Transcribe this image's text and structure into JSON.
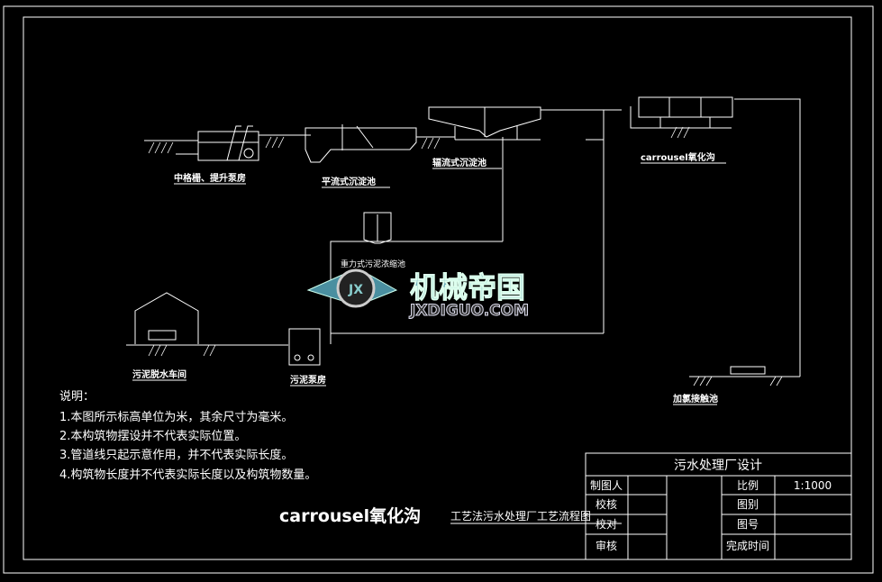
{
  "drawing": {
    "units": {
      "screen": "中格栅、提升泵房",
      "primary_clarifier": "平流式沉淀池",
      "radial_clarifier": "辐流式沉淀池",
      "oxidation_ditch": "carrousel氧化沟",
      "thickener": "重力式污泥浓缩池",
      "dewatering": "污泥脱水车间",
      "sludge_pump": "污泥泵房",
      "chlorination": "加氯接触池"
    },
    "watermark": {
      "cn": "机械帝国",
      "en": "JXDIGUO.COM",
      "badge": "JX"
    }
  },
  "notes": {
    "heading": "说明：",
    "items": [
      "1.本图所示标高单位为米，其余尺寸为毫米。",
      "2.本构筑物摆设并不代表实际位置。",
      "3.管道线只起示意作用，并不代表实际长度。",
      "4.构筑物长度并不代表实际长度以及构筑物数量。"
    ]
  },
  "title": {
    "bold": "carrousel氧化沟",
    "rest": "工艺法污水处理厂工艺流程图"
  },
  "title_block": {
    "project": "污水处理厂设计",
    "rows": [
      {
        "left": "制图人",
        "right_label": "比例",
        "right_value": "1:1000"
      },
      {
        "left": "校核",
        "right_label": "图别",
        "right_value": ""
      },
      {
        "left": "校对",
        "right_label": "图号",
        "right_value": ""
      },
      {
        "left": "审核",
        "right_label": "完成时间",
        "right_value": ""
      }
    ]
  }
}
